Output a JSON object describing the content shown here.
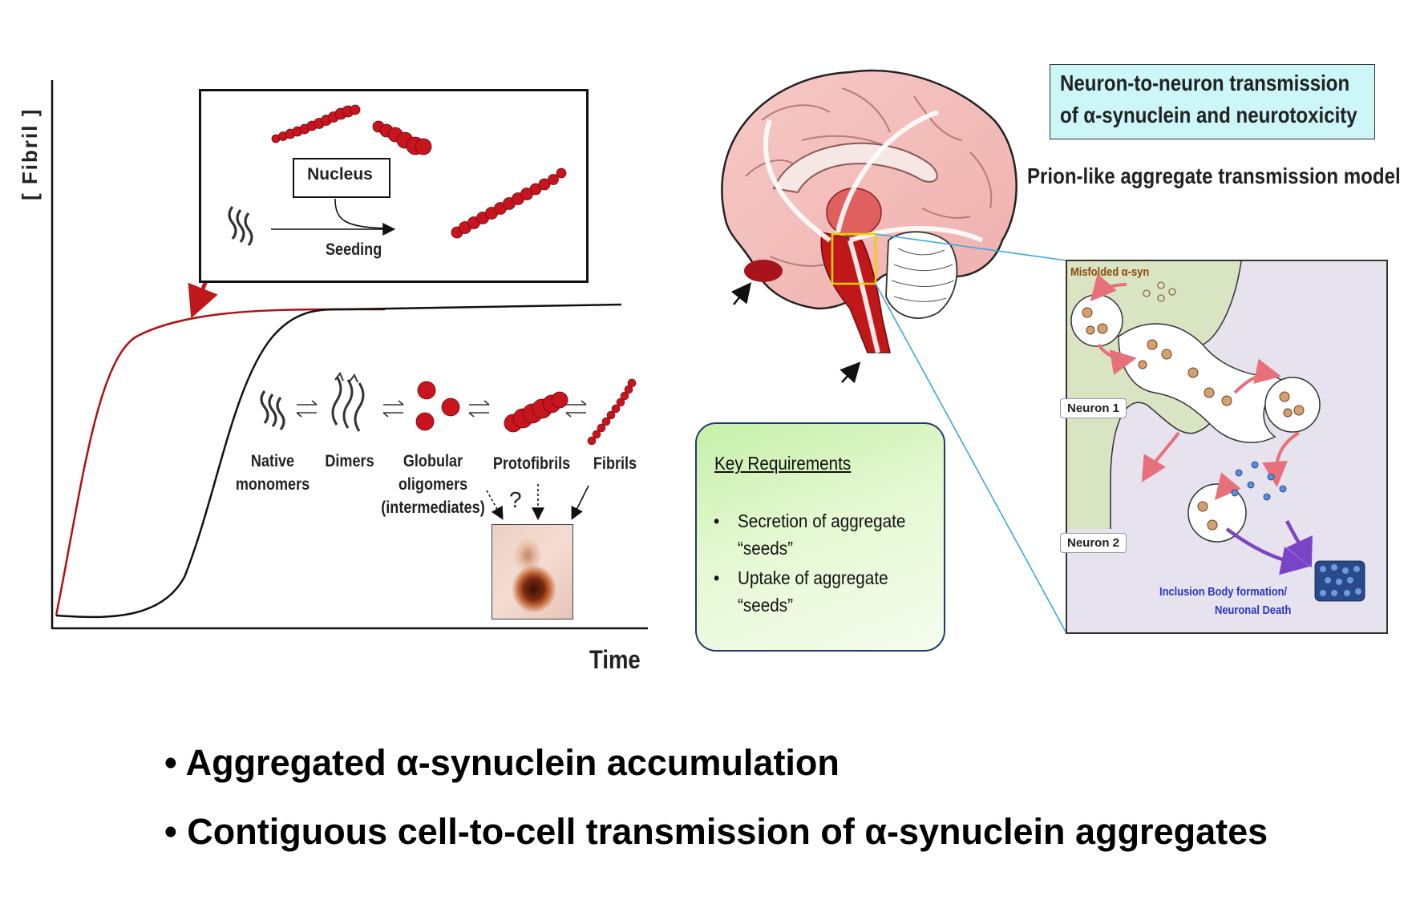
{
  "plot": {
    "ylabel": "[ Fibril ]",
    "xlabel": "Time"
  },
  "inset": {
    "nucleus": "Nucleus",
    "seeding": "Seeding"
  },
  "species": {
    "native": [
      "Native",
      "monomers"
    ],
    "dimers": "Dimers",
    "globular": [
      "Globular",
      "oligomers",
      "(intermediates)"
    ],
    "protofibrils": "Protofibrils",
    "fibrils": "Fibrils",
    "question": "?"
  },
  "heading": {
    "line1": "Neuron-to-neuron transmission",
    "line2": "of α-synuclein and neurotoxicity",
    "model": "Prion-like aggregate transmission model"
  },
  "key_requirements": {
    "title": "Key Requirements",
    "bullet": "•",
    "item1": [
      "Secretion of aggregate",
      "“seeds”"
    ],
    "item2": [
      "Uptake of aggregate",
      "“seeds”"
    ]
  },
  "panel": {
    "misfolded": "Misfolded α-syn",
    "neuron1": "Neuron 1",
    "neuron2": "Neuron 2",
    "inclusion": [
      "Inclusion Body formation/",
      "Neuronal Death"
    ]
  },
  "bullets": [
    "• Aggregated α-synuclein accumulation",
    "• Contiguous cell-to-cell transmission of α-synuclein aggregates"
  ],
  "colors": {
    "seeded_curve": "#b01010",
    "unseeded_curve": "#111111",
    "aggregate_red": "#c8141e",
    "heading_bg": "#ccf6f8",
    "neuron1_bg": "#d8e4c2",
    "neuron2_bg": "#e6e2ee",
    "inclusion_text": "#2b34c4"
  }
}
